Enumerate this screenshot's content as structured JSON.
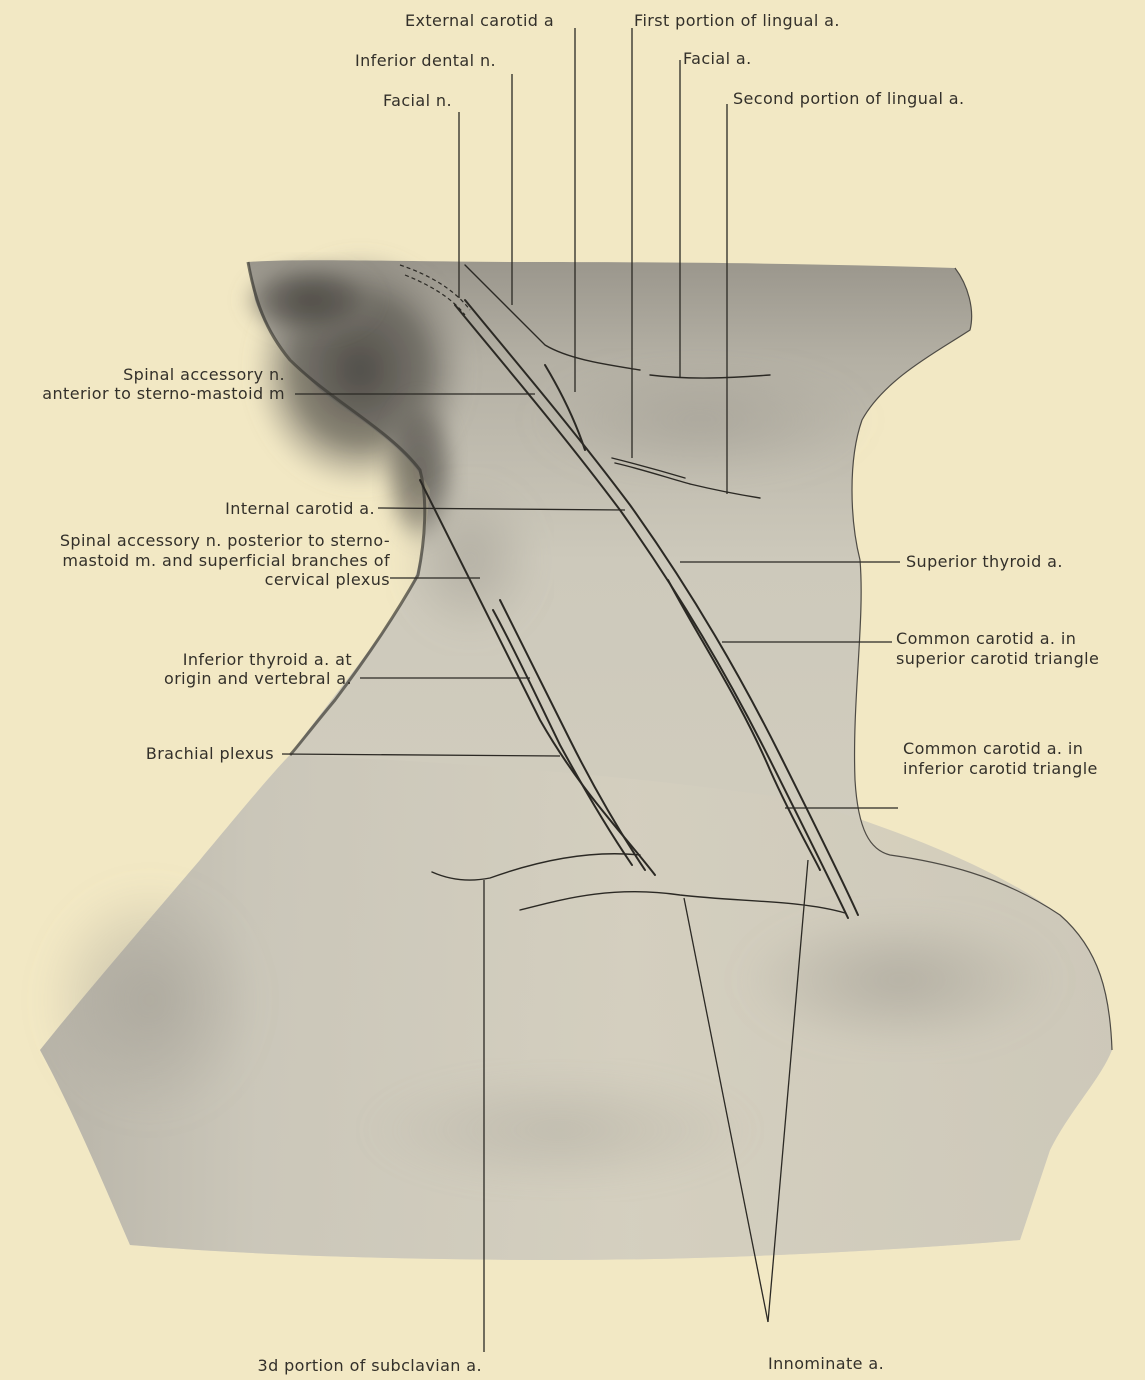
{
  "labels": {
    "external_carotid": "External carotid a",
    "first_lingual": "First portion of lingual a.",
    "inferior_dental": "Inferior dental n.",
    "facial_a": "Facial a.",
    "facial_n": "Facial n.",
    "second_lingual": "Second portion of lingual a.",
    "spinal_ant_1": "Spinal accessory n.",
    "spinal_ant_2": "anterior to sterno-mastoid m",
    "internal_carotid": "Internal carotid a.",
    "spinal_post_1": "Spinal accessory n. posterior to sterno-",
    "spinal_post_2": "mastoid m. and superficial branches of",
    "spinal_post_3": "cervical plexus",
    "superior_thyroid": "Superior thyroid a.",
    "inf_thyroid_1": "Inferior thyroid a. at",
    "inf_thyroid_2": "origin and vertebral a.",
    "common_sup_1": "Common carotid a. in",
    "common_sup_2": "superior carotid triangle",
    "brachial": "Brachial plexus",
    "common_inf_1": "Common carotid a. in",
    "common_inf_2": "inferior carotid triangle",
    "subclavian": "3d portion of subclavian a.",
    "innominate": "Innominate a."
  },
  "colors": {
    "paper": "#f2e8c4",
    "ink": "#2b2924",
    "shadow": "#3a3833"
  }
}
